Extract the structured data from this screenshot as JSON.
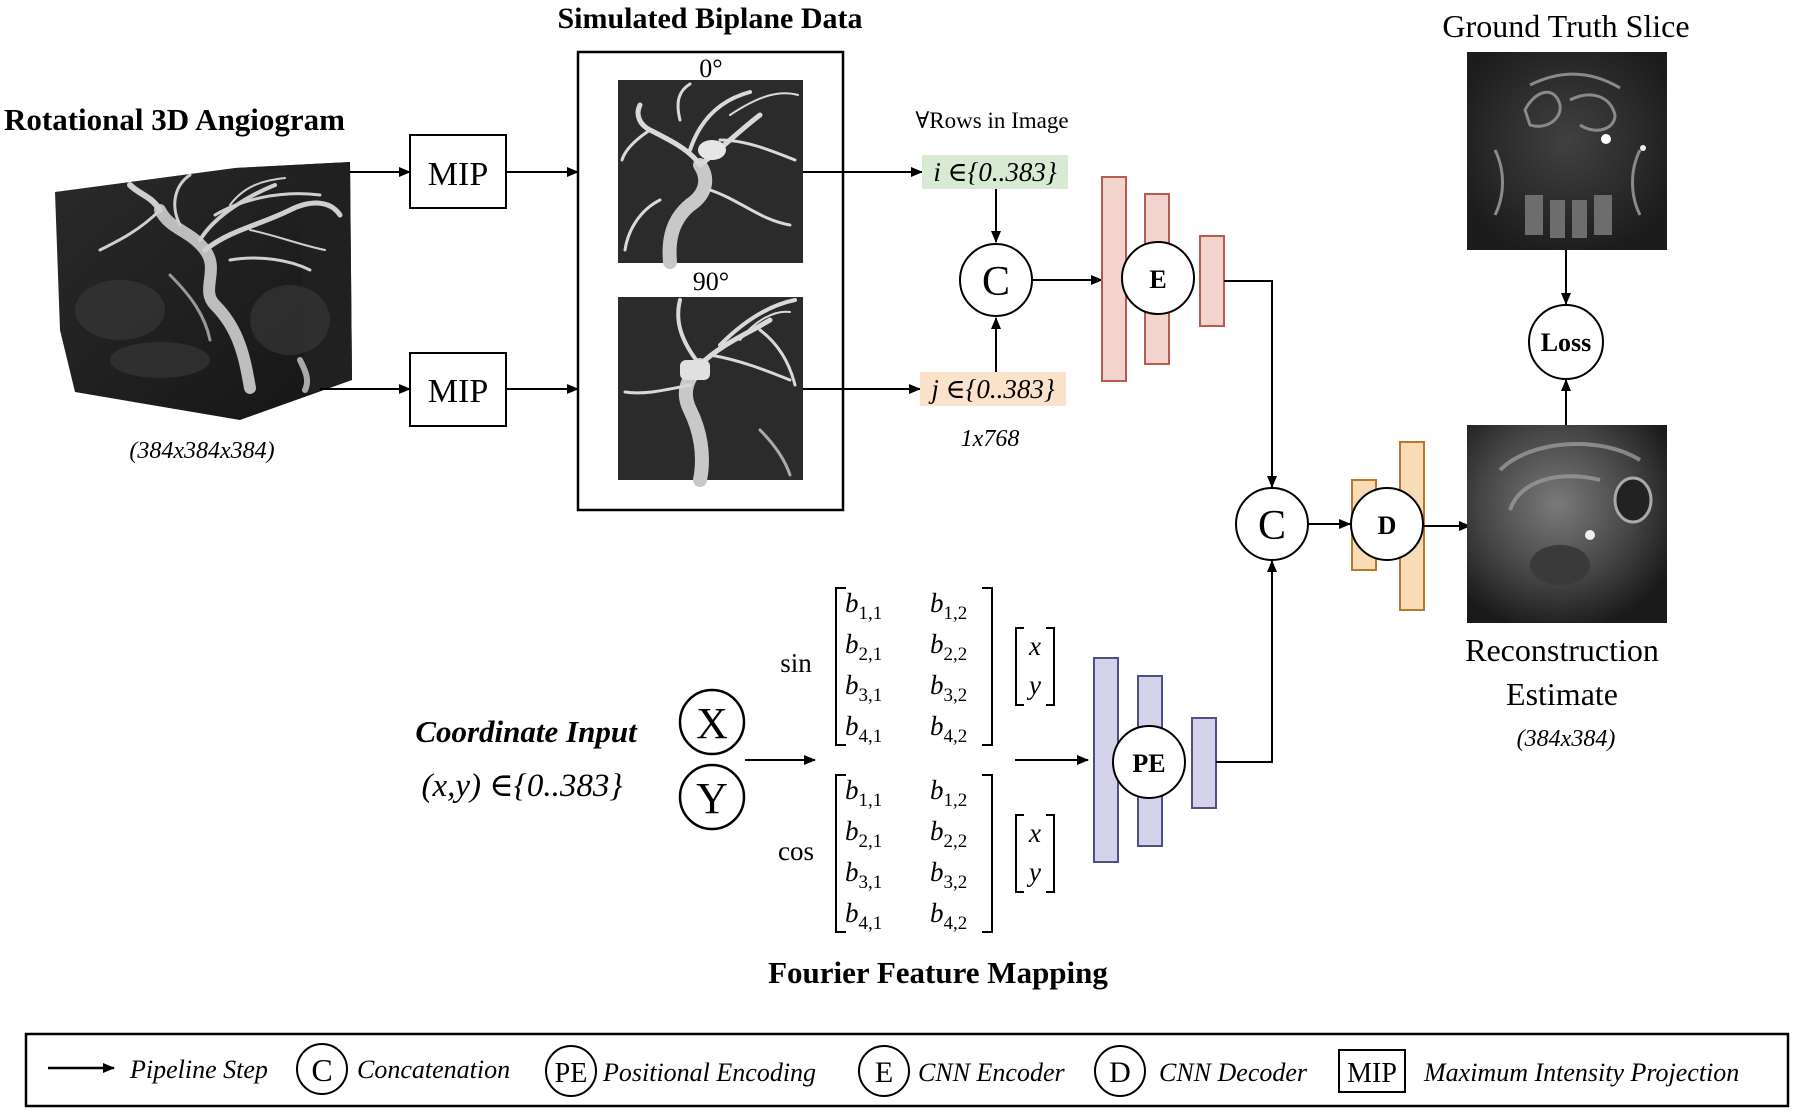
{
  "titles": {
    "angiogram": "Rotational 3D Angiogram",
    "biplane": "Simulated Biplane Data",
    "ground_truth": "Ground Truth Slice",
    "fourier": "Fourier Feature Mapping",
    "coordinate_input": "Coordinate Input"
  },
  "labels": {
    "volume_dims": "(384x384x384)",
    "mip": "MIP",
    "angle_0": "0°",
    "angle_90": "90°",
    "rows_in_image": "∀Rows in Image",
    "row_i": "i ∈{0..383}",
    "row_j": "j ∈{0..383}",
    "vector_size": "1x768",
    "coord_range": "(x,y) ∈{0..383}",
    "recon_line1": "Reconstruction",
    "recon_line2": "Estimate",
    "recon_dims": "(384x384)",
    "sin": "sin",
    "cos": "cos"
  },
  "nodes": {
    "concat": "C",
    "encoder": "E",
    "decoder": "D",
    "pe": "PE",
    "loss": "Loss",
    "x": "X",
    "y": "Y"
  },
  "matrix": {
    "b11": "b1,1",
    "b12": "b1,2",
    "b21": "b2,1",
    "b22": "b2,2",
    "b31": "b3,1",
    "b32": "b3,2",
    "b41": "b4,1",
    "b42": "b4,2",
    "vx": "x",
    "vy": "y"
  },
  "legend": {
    "pipeline": "Pipeline Step",
    "c_sym": "C",
    "concatenation": "Concatenation",
    "pe_sym": "PE",
    "positional": "Positional Encoding",
    "e_sym": "E",
    "encoder": "CNN Encoder",
    "d_sym": "D",
    "decoder": "CNN Decoder",
    "mip_sym": "MIP",
    "mip": "Maximum Intensity Projection"
  },
  "colors": {
    "encoder_fill": "#f3d3cd",
    "encoder_stroke": "#b85a4d",
    "decoder_fill": "#f7dcb6",
    "decoder_stroke": "#b9762d",
    "pe_fill": "#d4d3e9",
    "pe_stroke": "#514e88",
    "row_i_bg": "#d8e9d4",
    "row_j_bg": "#fbe3cb"
  }
}
